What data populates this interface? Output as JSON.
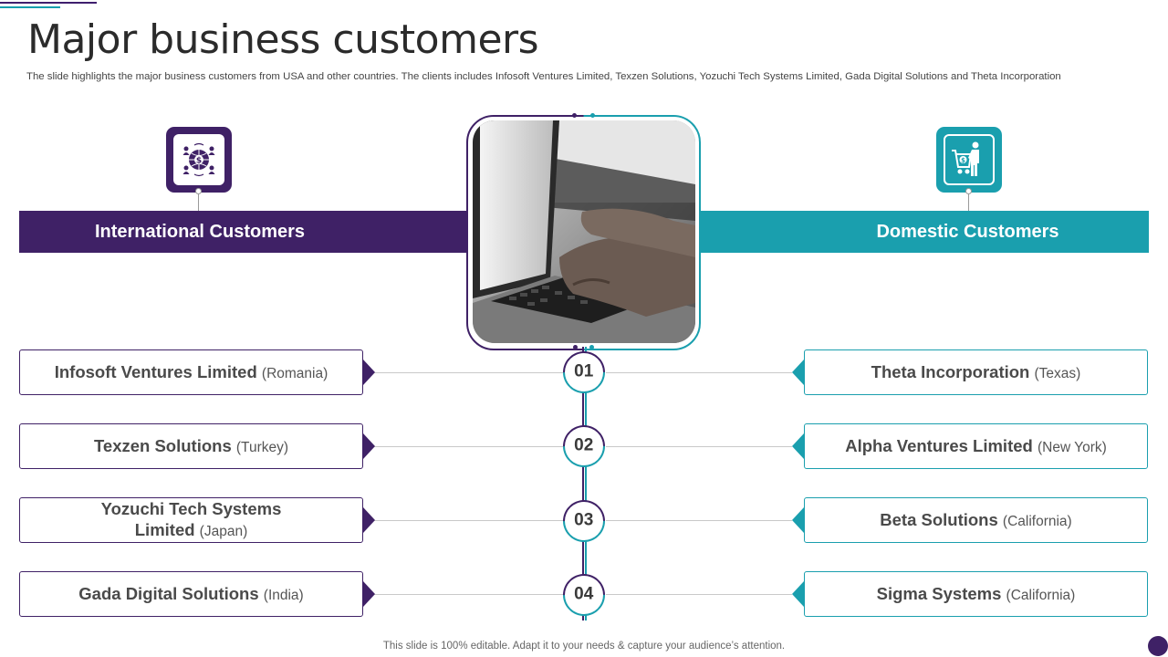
{
  "title": "Major business customers",
  "subtitle": "The slide highlights the major business customers from USA and other countries. The clients includes Infosoft Ventures Limited, Texzen Solutions, Yozuchi Tech Systems Limited, Gada Digital Solutions and Theta Incorporation",
  "colors": {
    "purple": "#3f2166",
    "teal": "#1a9fae"
  },
  "international": {
    "heading": "International  Customers",
    "icon": "globe-dollar-people-icon",
    "items": [
      {
        "name": "Infosoft Ventures Limited",
        "location": "(Romania)"
      },
      {
        "name": "Texzen Solutions",
        "location": "(Turkey)"
      },
      {
        "name_line1": "Yozuchi Tech Systems",
        "name_line2": "Limited",
        "location": "(Japan)"
      },
      {
        "name": "Gada Digital Solutions",
        "location": "(India)"
      }
    ]
  },
  "domestic": {
    "heading": "Domestic Customers",
    "icon": "shopper-cart-icon",
    "items": [
      {
        "name": "Theta Incorporation",
        "location": "(Texas)"
      },
      {
        "name": "Alpha Ventures Limited",
        "location": "(New York)"
      },
      {
        "name": "Beta Solutions",
        "location": "(California)"
      },
      {
        "name": "Sigma Systems",
        "location": "(California)"
      }
    ]
  },
  "numbers": [
    "01",
    "02",
    "03",
    "04"
  ],
  "footer": "This slide is 100% editable. Adapt it to your needs & capture your audience’s attention."
}
